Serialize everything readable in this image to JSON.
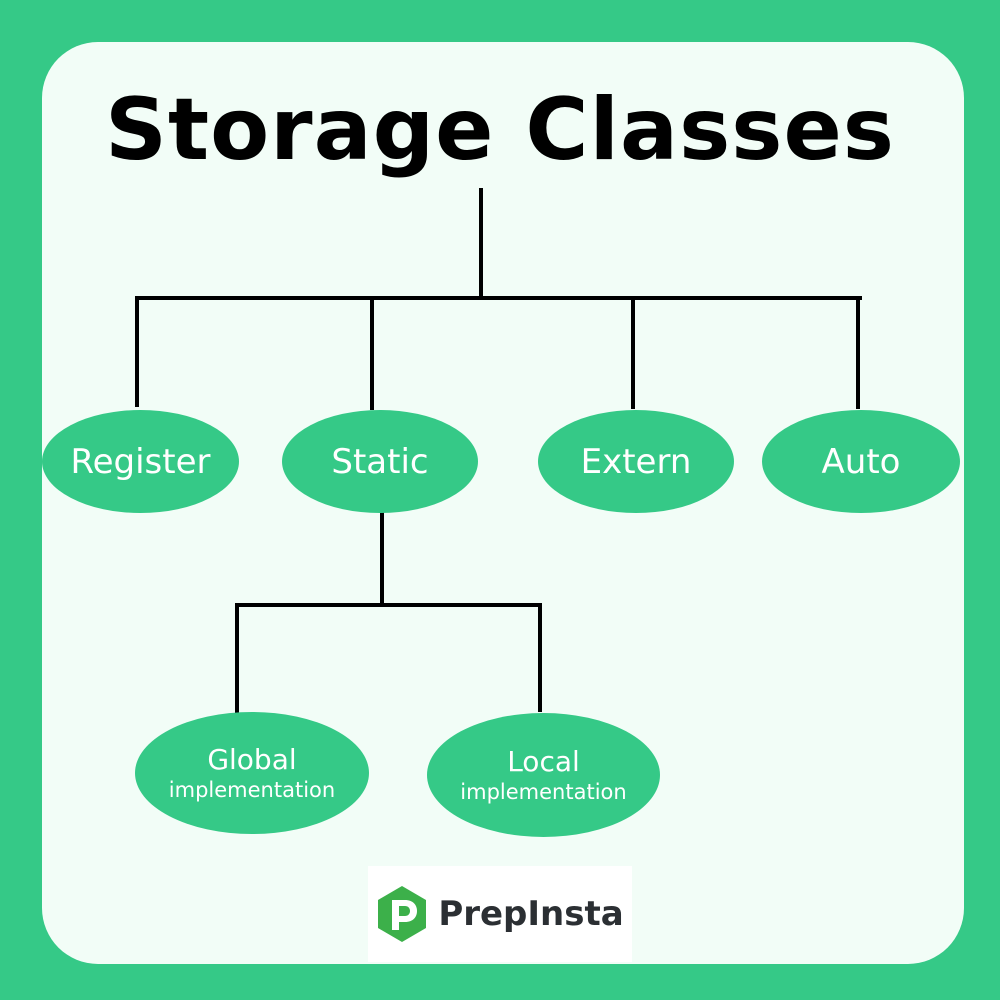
{
  "title": "Storage Classes",
  "nodes": {
    "register": "Register",
    "static": "Static",
    "extern": "Extern",
    "auto": "Auto",
    "global": {
      "line1": "Global",
      "line2": "implementation"
    },
    "local": {
      "line1": "Local",
      "line2": "implementation"
    }
  },
  "logo": {
    "text": "PrepInsta",
    "icon": "prepinsta-hexagon-icon"
  },
  "colors": {
    "background": "#35c987",
    "card": "#f2fdf7",
    "node": "#35c987",
    "node_text": "#ffffff",
    "lines": "#000000",
    "title": "#000000"
  }
}
